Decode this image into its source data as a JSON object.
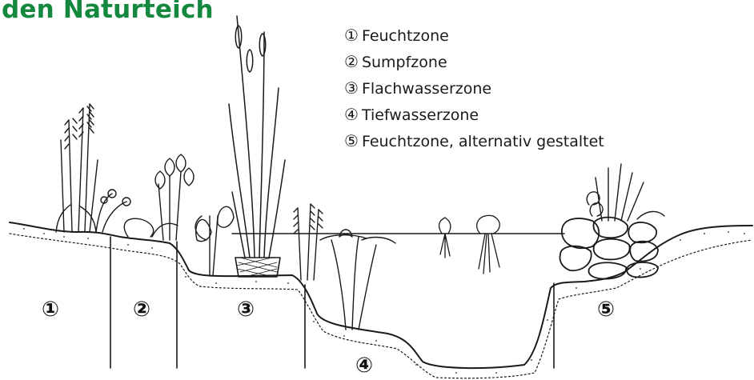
{
  "title": "den Naturteich",
  "legend": [
    {
      "num": "①",
      "label": "Feuchtzone"
    },
    {
      "num": "②",
      "label": "Sumpfzone"
    },
    {
      "num": "③",
      "label": "Flachwasserzone"
    },
    {
      "num": "④",
      "label": "Tiefwasserzone"
    },
    {
      "num": "⑤",
      "label": "Feuchtzone, alternativ gestaltet"
    }
  ],
  "zones": [
    "①",
    "②",
    "③",
    "④",
    "⑤"
  ]
}
